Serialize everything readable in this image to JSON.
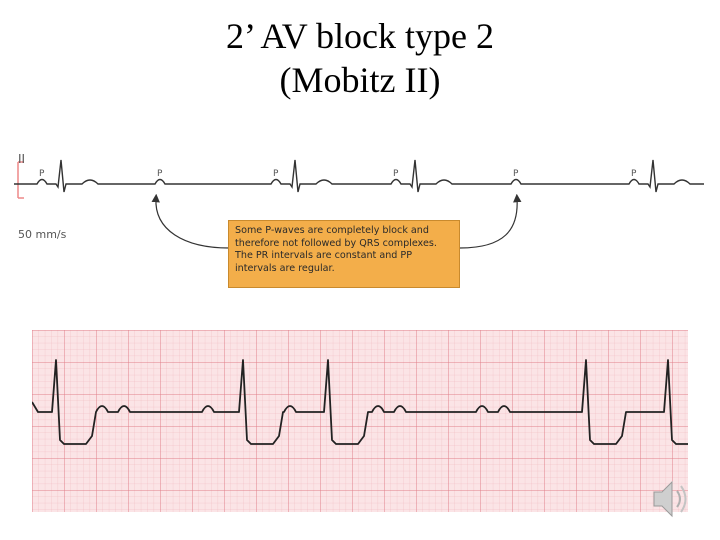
{
  "slide": {
    "title_line1": "2’ AV block type 2",
    "title_line2": "(Mobitz II)"
  },
  "ecg_top": {
    "lead": "II",
    "speed": "50 mm/s",
    "p_label": "P",
    "callout": "Some P-waves are completely block and therefore not followed by QRS complexes. The PR intervals are constant and PP intervals are regular."
  },
  "ecg_bottom": {
    "grid_color": "#e8a0a8",
    "background": "#fbe4e6"
  },
  "icons": {
    "speaker": "speaker-icon"
  }
}
